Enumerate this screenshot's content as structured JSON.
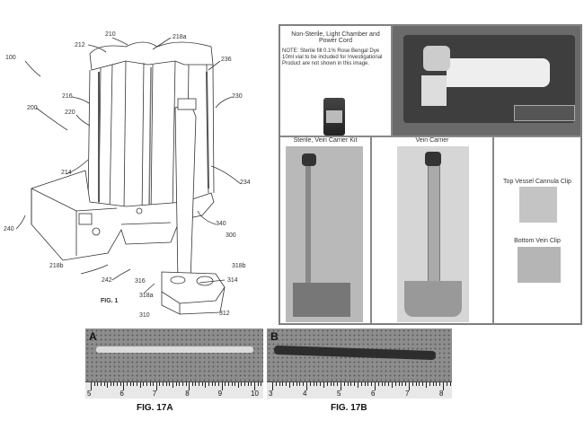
{
  "fig1": {
    "caption": "FIG. 1",
    "labels": [
      "100",
      "210",
      "212",
      "218a",
      "236",
      "216",
      "230",
      "200",
      "220",
      "214",
      "234",
      "240",
      "340",
      "300",
      "318b",
      "218b",
      "242",
      "316",
      "314",
      "318a",
      "310",
      "312"
    ]
  },
  "kit_panel": {
    "title": "Non-Sterile, Light Chamber and Power Cord",
    "note": "NOTE: Sterile fill 0.1% Rose Bengal Dye 10ml vial to be included for Investigational Product are not shown in this image.",
    "sterile_title": "Sterile, Vein Carrier Kit",
    "vein_carrier_title": "Vein Carrier",
    "top_clip_title": "Top Vessel Cannula Clip",
    "bottom_clip_title": "Bottom Vein Clip"
  },
  "fig17": {
    "a": {
      "letter": "A",
      "caption": "FIG. 17A",
      "ruler": [
        "5",
        "6",
        "7",
        "8",
        "9",
        "10"
      ]
    },
    "b": {
      "letter": "B",
      "caption": "FIG. 17B",
      "ruler": [
        "3",
        "4",
        "5",
        "6",
        "7",
        "8"
      ]
    }
  }
}
